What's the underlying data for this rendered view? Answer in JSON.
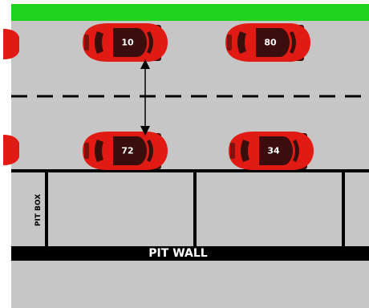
{
  "colors": {
    "grass": "#1ed21e",
    "track": "#c6c6c6",
    "pit_lane": "#c6c6c6",
    "outside": "#c6c6c6",
    "car_body": "#e11b14",
    "car_dark": "#3a0e0c",
    "line": "#000000"
  },
  "cars": [
    {
      "number": "10",
      "lane": "upper",
      "icon": "race-car-icon"
    },
    {
      "number": "80",
      "lane": "upper",
      "icon": "race-car-icon"
    },
    {
      "number": "72",
      "lane": "lower",
      "icon": "race-car-icon"
    },
    {
      "number": "34",
      "lane": "lower",
      "icon": "race-car-icon"
    }
  ],
  "labels": {
    "pit_box": "PIT BOX",
    "pit_wall": "PIT WALL"
  },
  "icons": {
    "distance_arrow": "double-headed-vertical-arrow-icon"
  }
}
